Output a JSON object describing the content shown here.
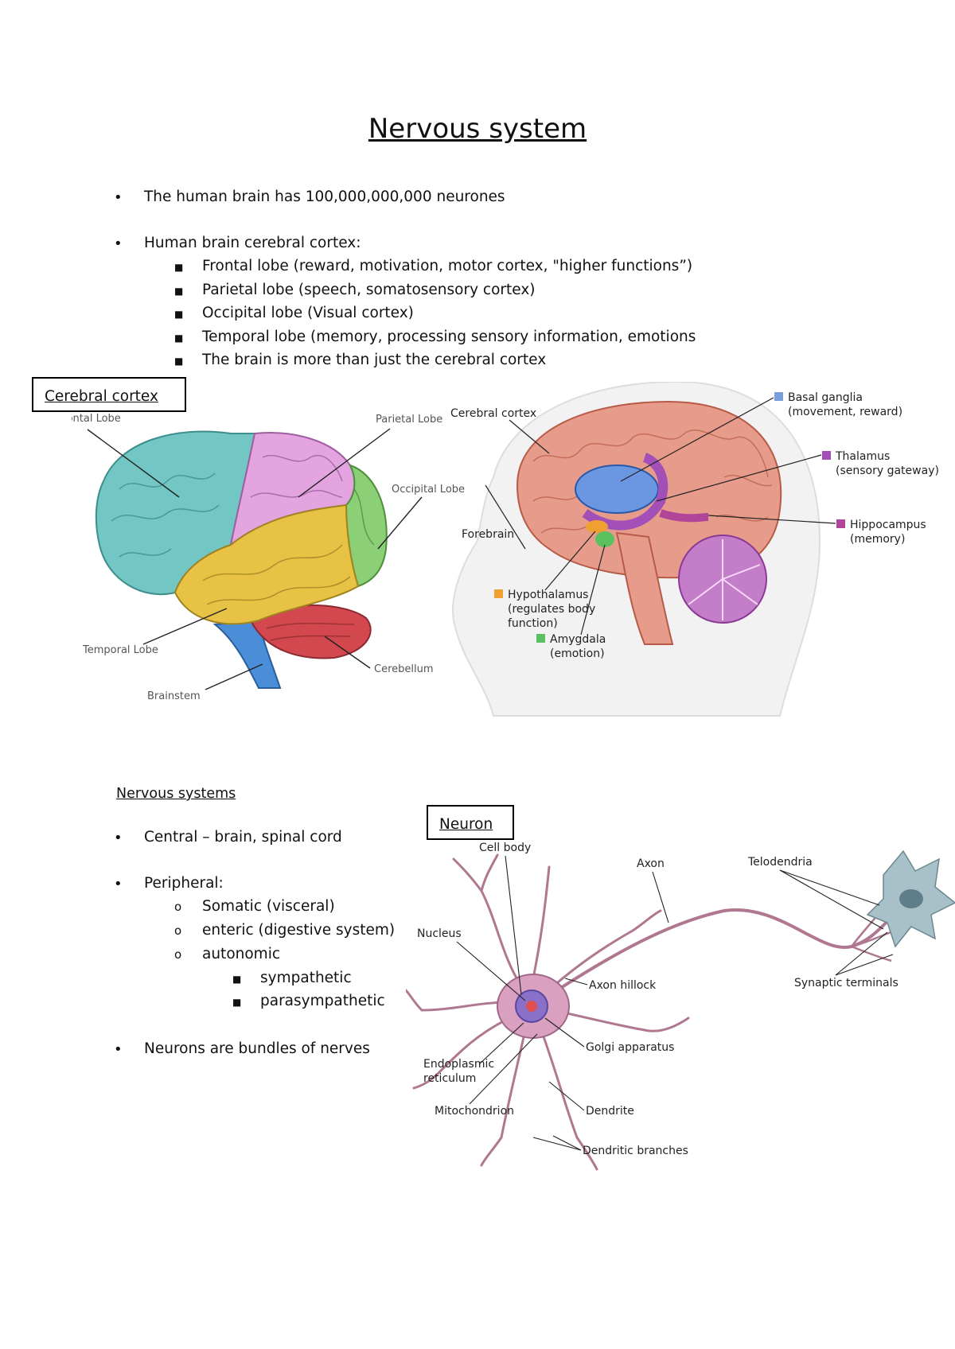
{
  "title": "Nervous system",
  "bullets_top": [
    "The human brain has 100,000,000,000 neurones",
    "Human brain cerebral cortex:"
  ],
  "cortex_lobes": [
    "Frontal lobe (reward, motivation, motor cortex, \"higher functions”)",
    "Parietal lobe (speech, somatosensory cortex)",
    "Occipital lobe (Visual cortex)",
    "Temporal lobe (memory, processing sensory information, emotions",
    "The brain is more than just the cerebral cortex"
  ],
  "cerebral_cortex_box": "Cerebral cortex",
  "brain_labels": {
    "frontal": "Frontal Lobe",
    "parietal": "Parietal Lobe",
    "occipital": "Occipital Lobe",
    "temporal": "Temporal Lobe",
    "brainstem": "Brainstem",
    "cerebellum": "Cerebellum"
  },
  "sagittal_labels": {
    "cerebral_cortex": "Cerebral cortex",
    "forebrain": "Forebrain",
    "basal_ganglia": "Basal ganglia",
    "basal_ganglia_note": "(movement, reward)",
    "thalamus": "Thalamus",
    "thalamus_note": "(sensory gateway)",
    "hippocampus": "Hippocampus",
    "hippocampus_note": "(memory)",
    "hypothalamus": "Hypothalamus",
    "hypothalamus_note1": "(regulates body",
    "hypothalamus_note2": "function)",
    "amygdala": "Amygdala",
    "amygdala_note": "(emotion)"
  },
  "legend_colors": {
    "basal_ganglia": "#7b9ee0",
    "thalamus": "#a24fb8",
    "hippocampus": "#b0459a",
    "hypothalamus": "#f0a030",
    "amygdala": "#5ac060"
  },
  "nervous_systems_heading": "Nervous systems",
  "central": "Central – brain, spinal cord",
  "peripheral": "Peripheral:",
  "peripheral_items": [
    "Somatic (visceral)",
    "enteric (digestive system)",
    "autonomic"
  ],
  "autonomic_items": [
    "sympathetic",
    "parasympathetic"
  ],
  "neurons_note": "Neurons are bundles of nerves",
  "neuron_box": "Neuron",
  "neuron_labels": {
    "cell_body": "Cell body",
    "axon": "Axon",
    "telodendria": "Telodendria",
    "nucleus": "Nucleus",
    "axon_hillock": "Axon hillock",
    "synaptic_terminals": "Synaptic terminals",
    "golgi": "Golgi apparatus",
    "er1": "Endoplasmic",
    "er2": "reticulum",
    "mitochondrion": "Mitochondrion",
    "dendrite": "Dendrite",
    "dendritic_branches": "Dendritic branches"
  }
}
